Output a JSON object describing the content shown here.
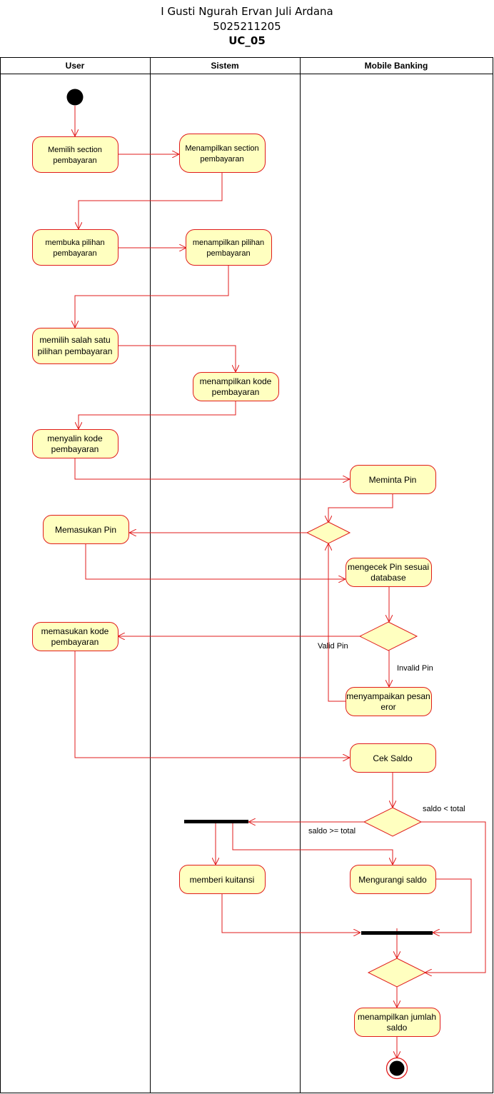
{
  "header": {
    "author": "I Gusti Ngurah Ervan Juli Ardana",
    "nrp": "5025211205",
    "usecase": "UC_05"
  },
  "lanes": {
    "user": "User",
    "sistem": "Sistem",
    "mobile_banking": "Mobile Banking"
  },
  "activities": {
    "a1": [
      "Memilih section",
      "pembayaran"
    ],
    "a2": [
      "Menampilkan section",
      "pembayaran"
    ],
    "a3": [
      "membuka pilihan",
      "pembayaran"
    ],
    "a4": [
      "menampilkan pilihan",
      "pembayaran"
    ],
    "a5": [
      "memilih salah satu",
      "pilihan pembayaran"
    ],
    "a6": [
      "menampilkan kode",
      "pembayaran"
    ],
    "a7": [
      "menyalin kode",
      "pembayaran"
    ],
    "a8": [
      "Meminta Pin"
    ],
    "a9": [
      "Memasukan Pin"
    ],
    "a10": [
      "mengecek Pin sesuai",
      "database"
    ],
    "a11": [
      "memasukan kode",
      "pembayaran"
    ],
    "a12": [
      "menyampaikan pesan",
      "eror"
    ],
    "a13": [
      "Cek Saldo"
    ],
    "a14": [
      "memberi kuitansi"
    ],
    "a15": [
      "Mengurangi saldo"
    ],
    "a16": [
      "menampilkan jumlah",
      "saldo"
    ]
  },
  "guards": {
    "valid_pin": "Valid Pin",
    "invalid_pin": "Invalid Pin",
    "saldo_lt": "saldo < total",
    "saldo_ge": "saldo  >= total"
  },
  "colors": {
    "fill": "#ffffc0",
    "stroke": "#e01b1b",
    "text": "#000000",
    "bar": "#000000"
  }
}
